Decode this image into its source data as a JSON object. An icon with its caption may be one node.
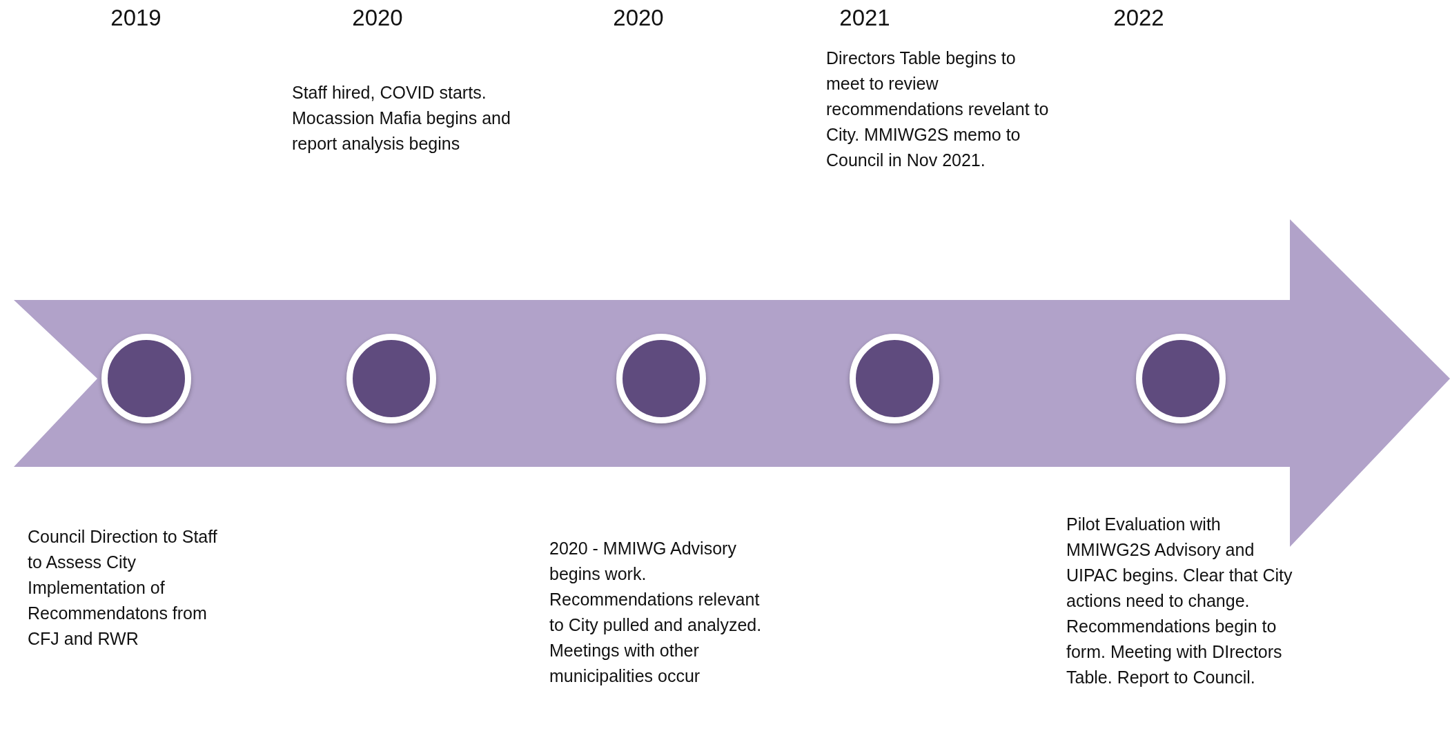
{
  "diagram": {
    "nodes": [
      {
        "text": [],
        "shape": "circle"
      },
      {
        "text": [],
        "shape": "circle"
      },
      {
        "text": [],
        "shape": "circle"
      },
      {
        "text": [],
        "shape": "circle"
      },
      {
        "text": [],
        "shape": "circle"
      }
    ],
    "labels": [
      "2019",
      "2020",
      "2020",
      "2021",
      "2022",
      "Council Direction to Staff to Assess City Implementation of Recommendatons from CFJ and RWR",
      "Staff hired, COVID starts. Mocassion Mafia begins and report analysis begins",
      "2020 - MMIWG Advisory begins work. Recommendations relevant to City pulled and analyzed. Meetings with other municipalities occur",
      "Directors Table begins to meet to review recommendations revelant to City. MMIWG2S memo to Council in Nov 2021.",
      "Pilot Evaluation with MMIWG2S Advisory and UIPAC begins. Clear that City actions need to change. Recommendations begin to form. Meeting with DIrectors Table. Report to Council."
    ]
  }
}
